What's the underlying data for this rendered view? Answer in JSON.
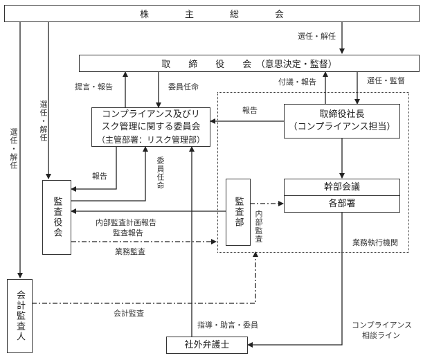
{
  "nodes": {
    "shareholders": "株　　　　主　　　　総　　　　会",
    "board": "取　　締　　役　　会　（意思決定・監督）",
    "committee_line1": "コンプライアンス及びリ",
    "committee_line2": "スク管理に関する委員会",
    "committee_line3": "（主管部署：リスク管理部）",
    "president_line1": "取締役社長",
    "president_line2": "（コンプライアンス担当）",
    "exec_meeting": "幹部会議",
    "departments": "各部署",
    "audit_dept": "監査部",
    "audit_board": "監査役会",
    "accounting_auditor": "会計監査人",
    "outside_lawyer": "社外弁護士",
    "execution_body": "業務執行機関"
  },
  "edges": {
    "sh_to_board": "選任・解任",
    "sh_to_auditboard": "選任・解任",
    "sh_to_accountant": "選任・解任",
    "committee_to_board": "提言・報告",
    "board_to_committee": "委員任命",
    "president_to_board": "付議・報告",
    "board_to_president": "選任・監督",
    "president_to_committee": "報告",
    "committee_to_auditboard": "報告",
    "auditboard_to_committee": "委員任命",
    "auditdept_to_auditboard_1": "内部監査計画報告",
    "auditdept_to_auditboard_2": "監査報告",
    "auditboard_business_audit": "業務監査",
    "internal_audit": "内部監査",
    "accounting_audit": "会計監査",
    "lawyer_to_committee": "指導・助言・委員",
    "compliance_line_1": "コンプライアンス",
    "compliance_line_2": "相談ライン"
  },
  "colors": {
    "line": "#333333",
    "background": "#ffffff"
  }
}
